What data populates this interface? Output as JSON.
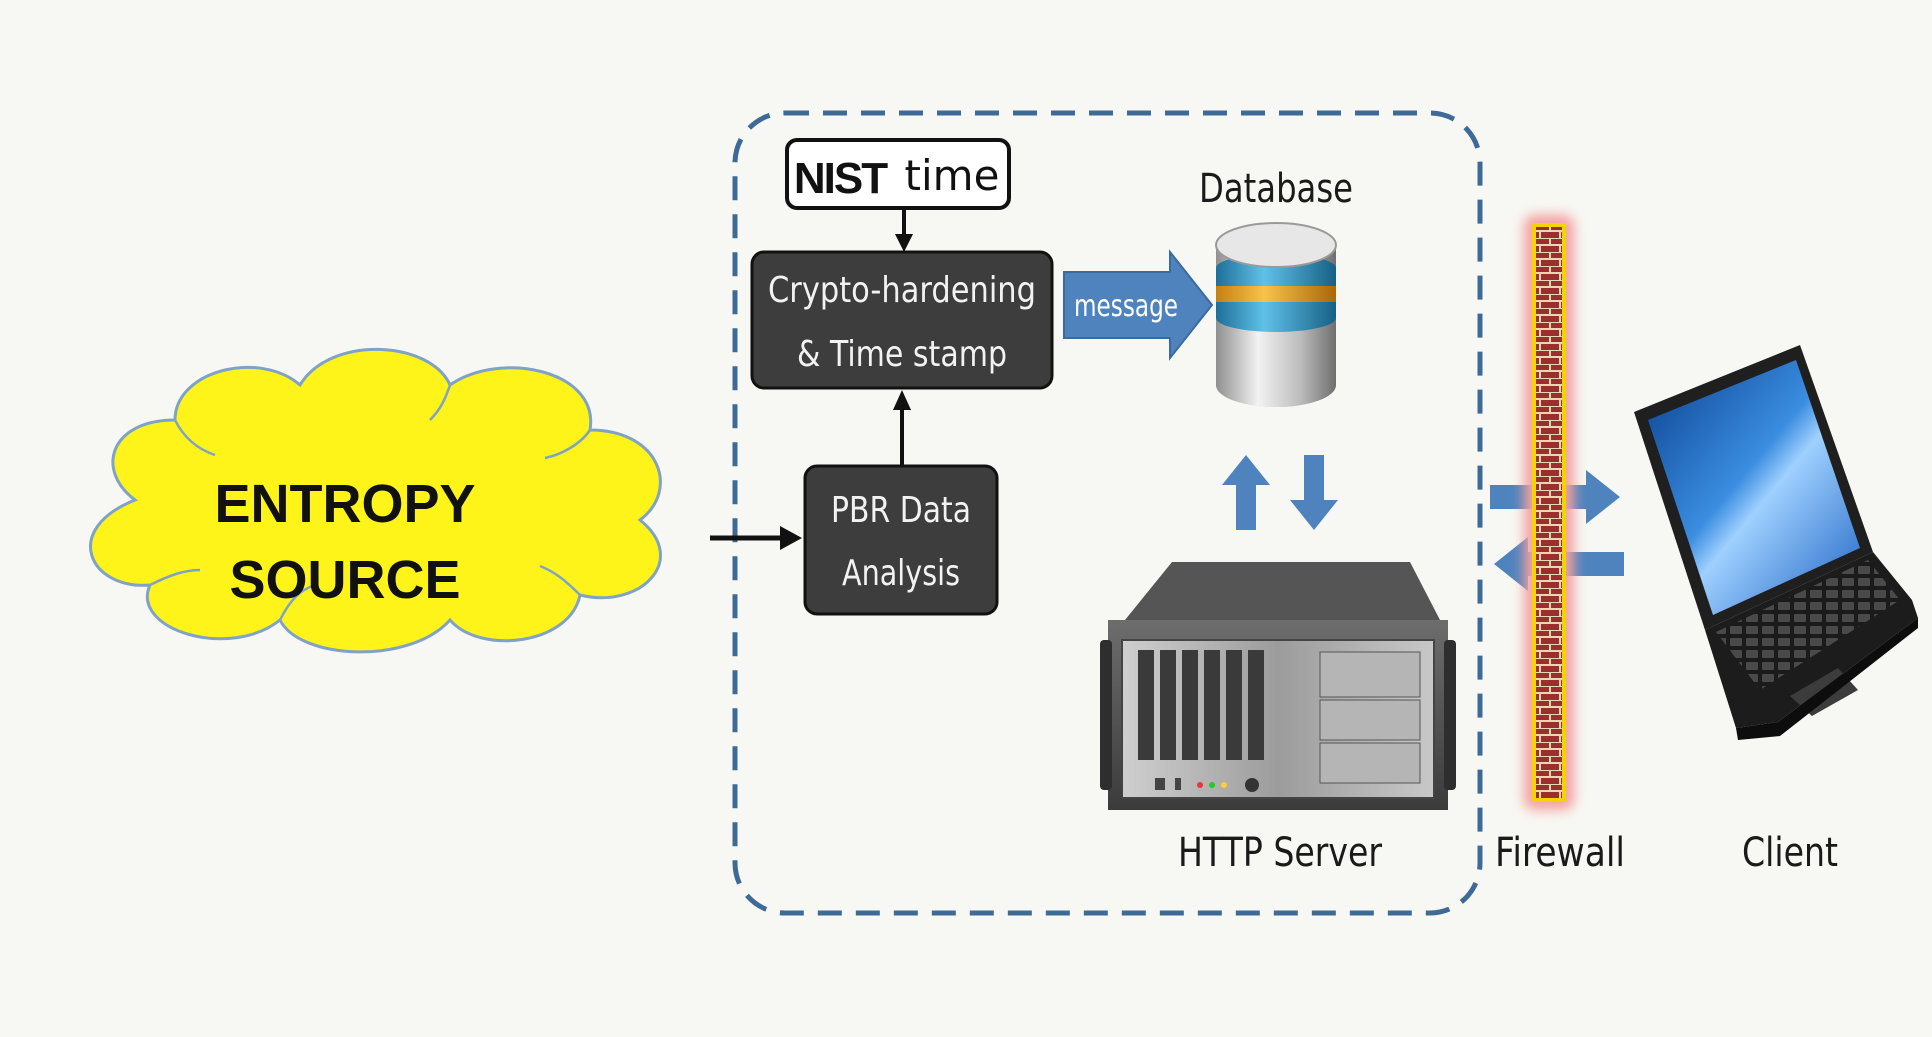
{
  "entropy": {
    "line1": "ENTROPY",
    "line2": "SOURCE"
  },
  "nist": {
    "logo_text": "NIST",
    "word": "time"
  },
  "crypto": {
    "line1": "Crypto-hardening",
    "line2": "& Time stamp"
  },
  "pbr": {
    "line1": "PBR Data",
    "line2": "Analysis"
  },
  "message_label": "message",
  "database_label": "Database",
  "server_label": "HTTP Server",
  "firewall_label": "Firewall",
  "client_label": "Client",
  "colors": {
    "cloud_fill": "#fff41a",
    "cloud_stroke": "#7fa2c7",
    "box_fill": "#3d3d3d",
    "dash_border": "#3e6a98",
    "arrow_blue": "#4f83bd",
    "firewall_brick": "#9b2f2f",
    "firewall_glow": "#f4a0a0"
  }
}
